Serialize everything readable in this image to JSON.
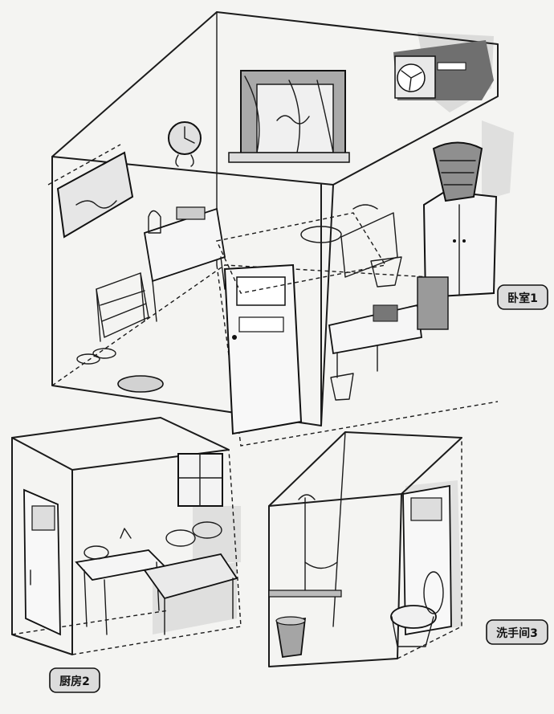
{
  "labels": {
    "bedroom": "卧室1",
    "kitchen": "厨房2",
    "bathroom": "洗手间3"
  }
}
